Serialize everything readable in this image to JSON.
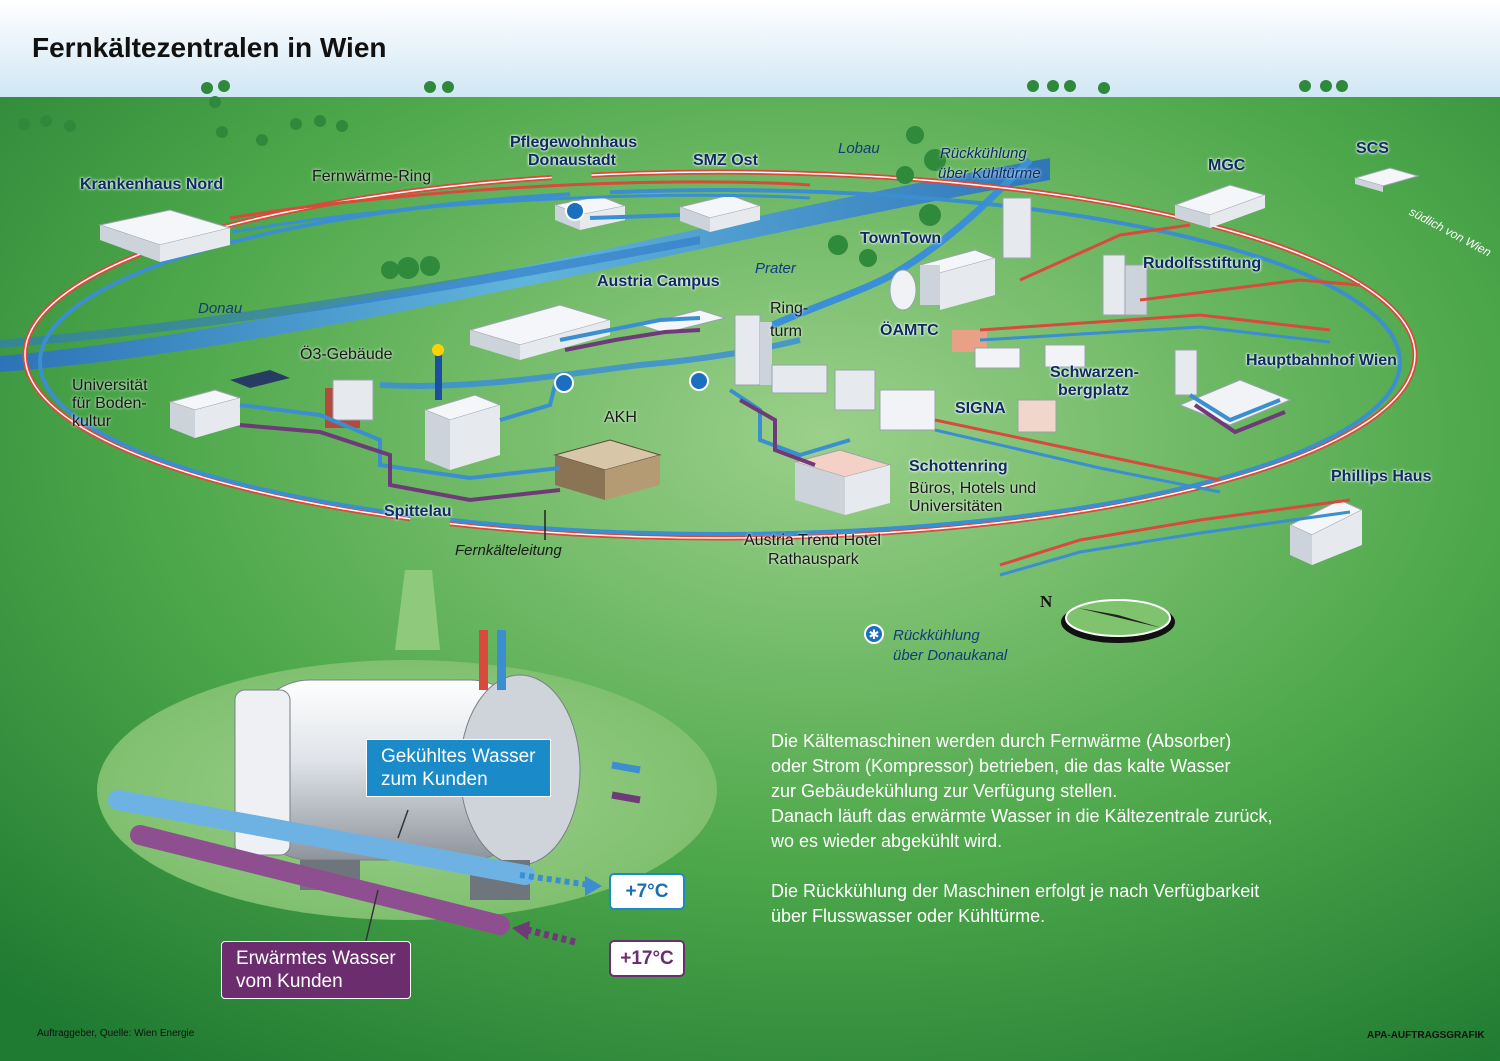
{
  "title": "Fernkältezentralen in Wien",
  "sites": {
    "krankenhaus_nord": "Krankenhaus Nord",
    "fernwaerme_ring": "Fernwärme-Ring",
    "pflegewohnhaus_1": "Pflegewohnhaus",
    "pflegewohnhaus_2": "Donaustadt",
    "smz_ost": "SMZ Ost",
    "lobau": "Lobau",
    "rueckkuehlung_tuerme_1": "Rückkühlung",
    "rueckkuehlung_tuerme_2": "über Kühltürme",
    "scs": "SCS",
    "suedlich": "südlich von Wien",
    "mgc": "MGC",
    "towntown": "TownTown",
    "prater": "Prater",
    "rudolfsstiftung": "Rudolfsstiftung",
    "donau": "Donau",
    "austria_campus": "Austria Campus",
    "ringturm_1": "Ring-",
    "ringturm_2": "turm",
    "oeamtc": "ÖAMTC",
    "oe3": "Ö3-Gebäude",
    "boku_1": "Universität",
    "boku_2": "für Boden-",
    "boku_3": "kultur",
    "schwarzenberg_1": "Schwarzen-",
    "schwarzenberg_2": "bergplatz",
    "hauptbahnhof": "Hauptbahnhof Wien",
    "akh": "AKH",
    "signa": "SIGNA",
    "schottenring": "Schottenring",
    "schottenring_sub_1": "Büros, Hotels und",
    "schottenring_sub_2": "Universitäten",
    "phillips": "Phillips Haus",
    "spittelau": "Spittelau",
    "fernkaelteleitung": "Fernkälteleitung",
    "trend_hotel_1": "Austria Trend Hotel",
    "trend_hotel_2": "Rathauspark",
    "north": "N",
    "legend_1": "Rückkühlung",
    "legend_2": "über Donaukanal"
  },
  "detail": {
    "cooled_label": "Gekühltes Wasser\nzum Kunden",
    "warmed_label": "Erwärmtes Wasser\nvom Kunden",
    "temp_cold": "+7°C",
    "temp_warm": "+17°C"
  },
  "description": {
    "paragraph_1": "Die Kältemaschinen werden durch Fernwärme (Absorber)\noder Strom (Kompressor) betrieben, die das kalte Wasser\nzur Gebäudekühlung zur Verfügung stellen.\nDanach läuft das erwärmte Wasser in die Kältezentrale zurück,\nwo es wieder abgekühlt wird.",
    "paragraph_2": "Die Rückkühlung der Maschinen erfolgt je nach Verfügbarkeit\nüber Flusswasser oder Kühltürme."
  },
  "footer": {
    "source": "Auftraggeber, Quelle: Wien Energie",
    "credit": "APA-AUFTRAGSGRAFIK"
  },
  "colors": {
    "cold_pipe": "#3b8fd1",
    "warm_pipe": "#6e3b78",
    "heat_ring": "#d84a3c",
    "ground": "#3f9a45",
    "cold_box": "#1a8ac8",
    "warm_box": "#6b2d6e"
  }
}
